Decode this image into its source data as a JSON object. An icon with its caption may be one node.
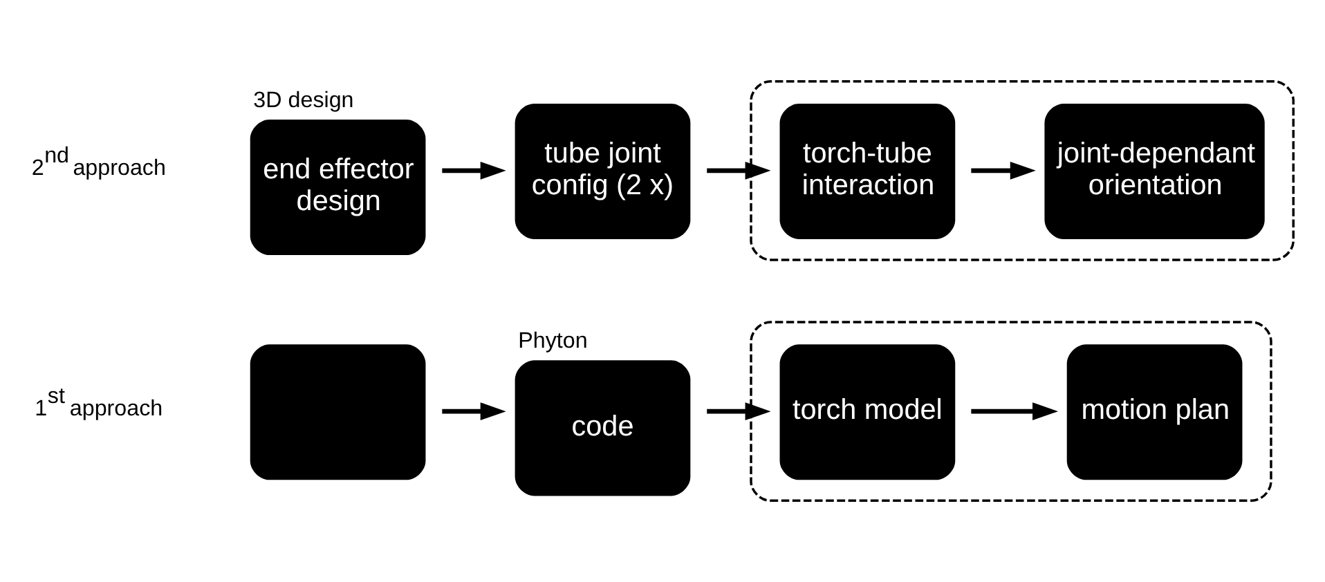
{
  "diagram": {
    "nodes": [
      {
        "text": [],
        "shape": "box"
      },
      {
        "text": [
          "Phyton",
          "code"
        ]
      },
      {
        "text": [],
        "shape": "box"
      },
      {
        "text": [
          "torch model"
        ],
        "in": 2
      },
      {
        "text": [
          "motion plan"
        ],
        "in": 2
      },
      {
        "text": [
          "3D design",
          "end effector design"
        ]
      },
      {
        "text": [
          "tube joint config (2 x)"
        ]
      },
      {
        "text": [],
        "shape": "box"
      },
      {
        "text": [
          "torch-tube interaction"
        ],
        "in": 7
      },
      {
        "text": [
          "joint-dependant orientation"
        ],
        "in": 7
      }
    ],
    "edges": [
      {
        "from": 0,
        "to": 1,
        "arrow": "to"
      },
      {
        "from": 1,
        "to": 3,
        "arrow": "to"
      },
      {
        "from": 3,
        "to": 4,
        "arrow": "to"
      },
      {
        "from": 5,
        "to": 6,
        "arrow": "to"
      },
      {
        "from": 6,
        "to": 8,
        "arrow": "to"
      },
      {
        "from": 8,
        "to": 9,
        "arrow": "to"
      }
    ],
    "labels": [
      "1$^{st}$ approach",
      "2$^{nd}$ approach"
    ]
  }
}
